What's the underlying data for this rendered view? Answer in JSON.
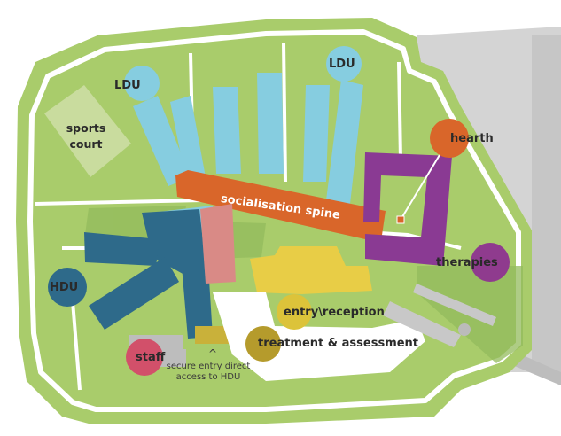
{
  "labels": {
    "ldu_left": "LDU",
    "ldu_right": "LDU",
    "sports_court": "sports court",
    "hearth": "hearth",
    "socialisation_spine": "socialisation spine",
    "therapies": "therapies",
    "hdu": "HDU",
    "entry_reception": "entry\\reception",
    "treatment_assessment": "treatment & assessment",
    "staff": "staff",
    "secure_entry_note": "secure entry direct access to HDU",
    "secure_entry_caret": "^"
  },
  "colors": {
    "grass": "#a9cc6b",
    "grass_light": "#c6dd92",
    "grass_dark": "#8db65a",
    "path": "#ffffff",
    "ldu_wing": "#86cde0",
    "hdu_wing": "#2e6a8a",
    "spine": "#d9662a",
    "hearth_building": "#8a3a93",
    "therapies": "#8f3b8e",
    "reception_block": "#e8cd46",
    "entry_circle": "#dcc33a",
    "treatment_circle": "#b59b2c",
    "staff_circle": "#d2506a",
    "pink_block": "#d98a86",
    "grey_road": "#c8c8c8"
  }
}
